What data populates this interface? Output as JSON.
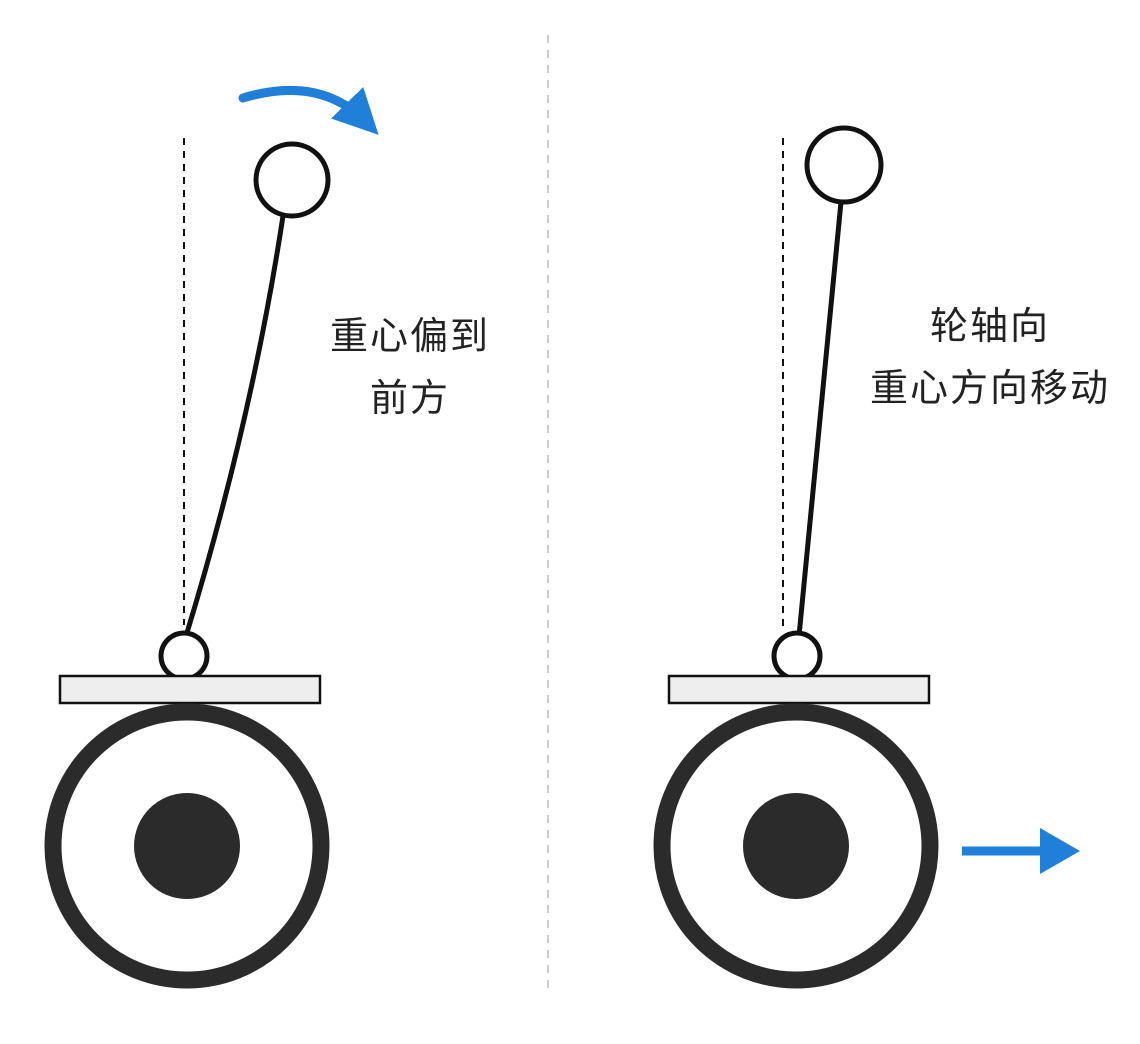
{
  "panels": {
    "left": {
      "caption_lines": [
        "重心偏到",
        "前方"
      ]
    },
    "right": {
      "caption_lines": [
        "轮轴向",
        "重心方向移动"
      ]
    }
  },
  "colors": {
    "accent_arrow": "#1f7fd9",
    "stroke": "#111111",
    "wheel": "#2b2b2b",
    "platform_fill": "#eeeeee",
    "divider": "#cccccc"
  },
  "icons": {
    "rotation_arrow": "curved-arrow-icon",
    "motion_arrow": "right-arrow-icon"
  }
}
